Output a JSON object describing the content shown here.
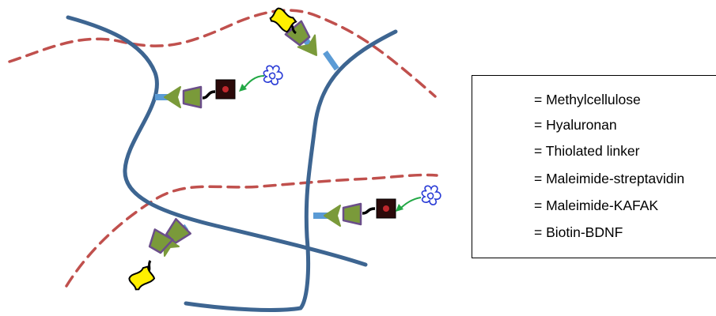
{
  "legend": {
    "items": [
      {
        "label": "= Methylcellulose",
        "icon": "methylcellulose-icon"
      },
      {
        "label": "= Hyaluronan",
        "icon": "hyaluronan-icon"
      },
      {
        "label": "= Thiolated linker",
        "icon": "thiolated-linker-icon"
      },
      {
        "label": "= Maleimide-streptavidin",
        "icon": "maleimide-streptavidin-icon"
      },
      {
        "label": "= Maleimide-KAFAK",
        "icon": "maleimide-kafak-icon"
      },
      {
        "label": "= Biotin-BDNF",
        "icon": "biotin-bdnf-icon"
      }
    ]
  },
  "colors": {
    "methylcellulose": "#3d6591",
    "hyaluronan": "#c0504d",
    "linker": "#5b9bd5",
    "arrowhead_fill": "#7a9a3a",
    "arrowhead_stroke": "#6b4e8a",
    "streptavidin_fill": "#2b0a0a",
    "streptavidin_dot": "#c0282d",
    "kafak_fill": "#ffef00",
    "biotin_arrow": "#22a845",
    "bdnf": "#2a3cd6"
  }
}
